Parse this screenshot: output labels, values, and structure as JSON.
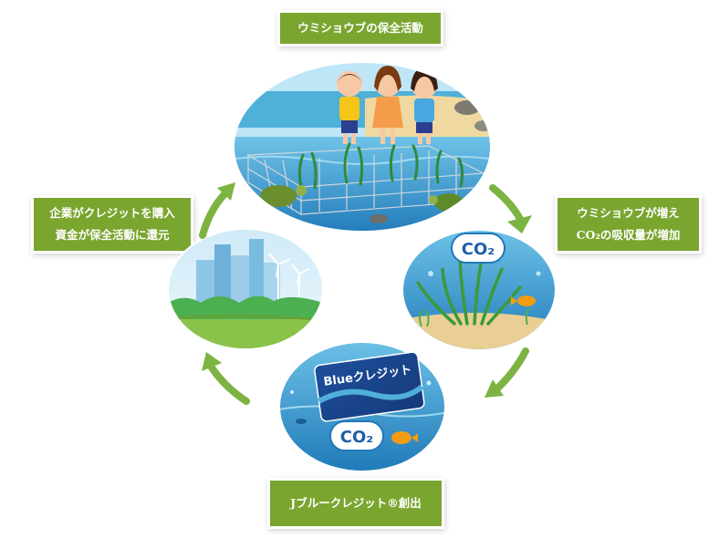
{
  "labels": {
    "top": "ウミショウブの保全活動",
    "right_line1": "ウミショウブが増え",
    "right_line2": "CO₂の吸収量が増加",
    "bottom": "Jブルークレジット®創出",
    "left_line1": "企業がクレジットを購入",
    "left_line2": "資金が保全活動に還元"
  },
  "images": {
    "seagrass_co2": "CO₂",
    "card_text": "Blueクレジット",
    "card_co2": "CO₂"
  },
  "colors": {
    "label_green": "#7aa52f",
    "arrow_green": "#7cb342",
    "sea_blue": "#2e8bc7",
    "sand": "#f0d9a0"
  }
}
